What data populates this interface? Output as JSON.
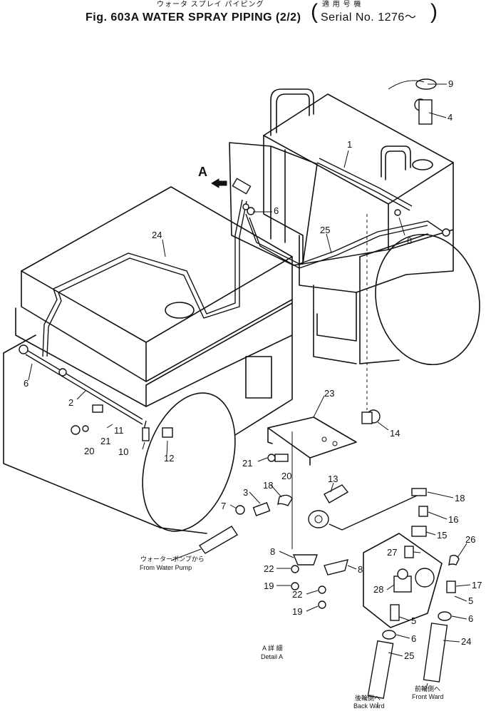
{
  "title": {
    "japanese": "ウォータ スプレイ パイピング",
    "figure": "Fig. 603A  WATER  SPRAY  PIPING  (2/2)",
    "serial_japanese": "適 用 号 機",
    "serial": "Serial No. 1276～"
  },
  "callouts": {
    "detail_marker": "A",
    "from_pump_japanese": "ウォーターポンプから",
    "from_pump": "From Water Pump",
    "detail_japanese": "A 詳 細",
    "detail": "Detail A",
    "back_japanese": "後輪側へ",
    "back": "Back Ward",
    "front_japanese": "前輪側へ",
    "front": "Front Ward"
  },
  "part_numbers": [
    {
      "id": "p9",
      "label": "9"
    },
    {
      "id": "p4",
      "label": "4"
    },
    {
      "id": "p1",
      "label": "1"
    },
    {
      "id": "p6a",
      "label": "6"
    },
    {
      "id": "p25a",
      "label": "25"
    },
    {
      "id": "p6b",
      "label": "6"
    },
    {
      "id": "p24a",
      "label": "24"
    },
    {
      "id": "p6c",
      "label": "6"
    },
    {
      "id": "p2",
      "label": "2"
    },
    {
      "id": "p11",
      "label": "11"
    },
    {
      "id": "p21a",
      "label": "21"
    },
    {
      "id": "p20a",
      "label": "20"
    },
    {
      "id": "p10",
      "label": "10"
    },
    {
      "id": "p12",
      "label": "12"
    },
    {
      "id": "p23",
      "label": "23"
    },
    {
      "id": "p14",
      "label": "14"
    },
    {
      "id": "p21b",
      "label": "21"
    },
    {
      "id": "p20b",
      "label": "20"
    },
    {
      "id": "p13",
      "label": "13"
    },
    {
      "id": "p18a",
      "label": "18"
    },
    {
      "id": "p3",
      "label": "3"
    },
    {
      "id": "p7",
      "label": "7"
    },
    {
      "id": "p18b",
      "label": "18"
    },
    {
      "id": "p16",
      "label": "16"
    },
    {
      "id": "p15",
      "label": "15"
    },
    {
      "id": "p26",
      "label": "26"
    },
    {
      "id": "p27",
      "label": "27"
    },
    {
      "id": "p17",
      "label": "17"
    },
    {
      "id": "p8a",
      "label": "8"
    },
    {
      "id": "p8b",
      "label": "8"
    },
    {
      "id": "p22a",
      "label": "22"
    },
    {
      "id": "p28",
      "label": "28"
    },
    {
      "id": "p5a",
      "label": "5"
    },
    {
      "id": "p19a",
      "label": "19"
    },
    {
      "id": "p22b",
      "label": "22"
    },
    {
      "id": "p6d",
      "label": "6"
    },
    {
      "id": "p19b",
      "label": "19"
    },
    {
      "id": "p5b",
      "label": "5"
    },
    {
      "id": "p6e",
      "label": "6"
    },
    {
      "id": "p24b",
      "label": "24"
    },
    {
      "id": "p25b",
      "label": "25"
    }
  ]
}
